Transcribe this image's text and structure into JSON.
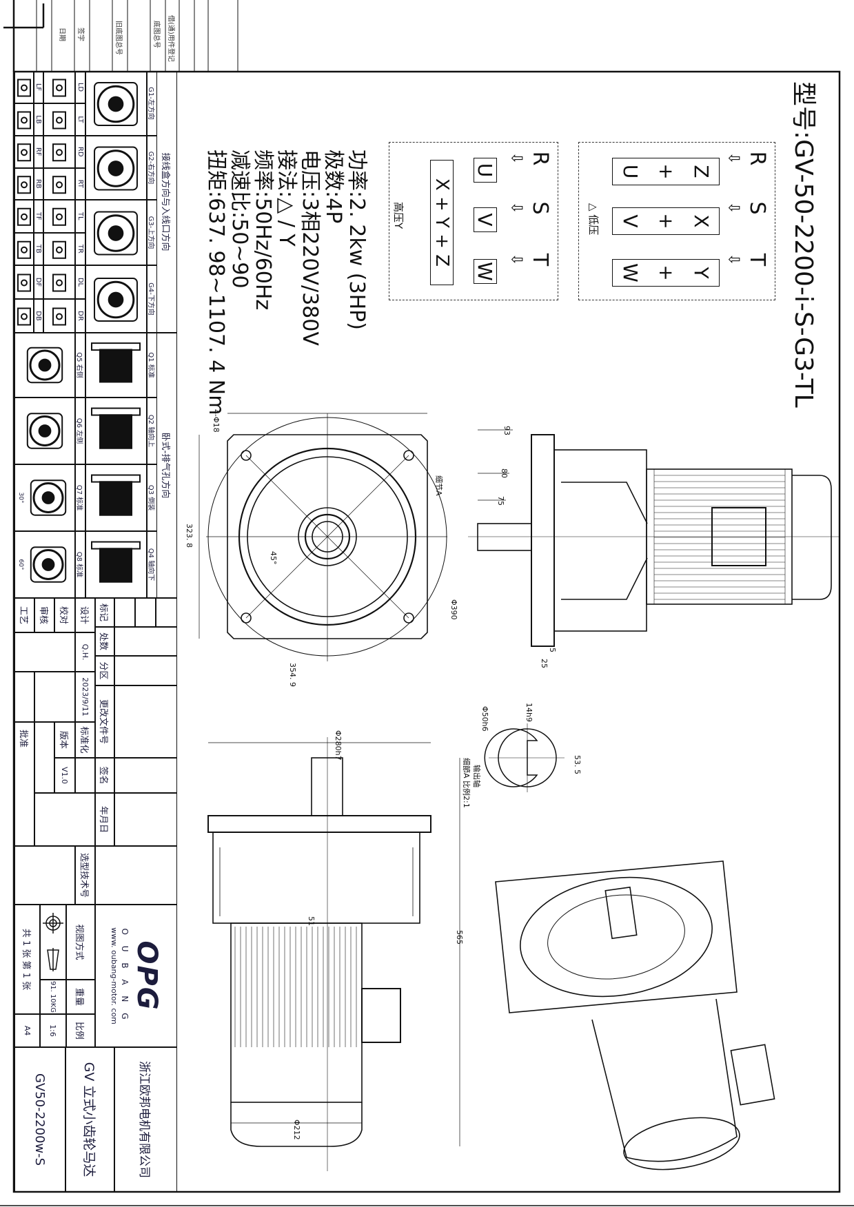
{
  "model": {
    "label": "型号:",
    "value": "GV-50-2200-i-S-G3-TL"
  },
  "wiring": {
    "delta": {
      "caption": "△ 低压",
      "lines": [
        "R",
        "S",
        "T"
      ],
      "boxes": [
        [
          "U",
          "+",
          "Z"
        ],
        [
          "V",
          "+",
          "X"
        ],
        [
          "W",
          "+",
          "Y"
        ]
      ]
    },
    "star": {
      "caption": "高压Y",
      "lines": [
        "R",
        "S",
        "T"
      ],
      "boxes": [
        "U",
        "V",
        "W"
      ],
      "bridge": "X + Y + Z"
    },
    "arrow": "⇦"
  },
  "specs": [
    "功率:2. 2kw  (3HP)",
    "极数:4P",
    "电压:3相220V/380V",
    "接法:△ / Y",
    "频率:50Hz/60Hz",
    "减速比:50~90",
    "扭矩:637. 98~1107. 4 Nm"
  ],
  "dimensions": {
    "holes": "4-Φ18",
    "h323": "323. 8",
    "w354": "354. 9",
    "d390": "Φ390",
    "detail": "细节A",
    "angle": "45°",
    "d93": "93",
    "d80": "80",
    "d75": "75",
    "d5": "5",
    "d25": "25",
    "key": "14h9",
    "shaft": "Φ50h6",
    "d53": "53. 5",
    "shaft_note1": "输出轴",
    "shaft_note2": "细節A 比例2:1",
    "d280": "Φ280h7",
    "d565": "565",
    "d51": "51",
    "d212": "Φ212"
  },
  "orientation": {
    "header_g": "接线盒方向与入线口方向",
    "header_q": "卧式-排气孔方向",
    "g": [
      {
        "title": "G1-左方向",
        "a": [
          "LD",
          "LT"
        ],
        "b": [
          "LF",
          "LB"
        ]
      },
      {
        "title": "G2-右方向",
        "a": [
          "RD",
          "RT"
        ],
        "b": [
          "RF",
          "RB"
        ]
      },
      {
        "title": "G3-上方向",
        "a": [
          "TL",
          "TR"
        ],
        "b": [
          "TF",
          "TB"
        ]
      },
      {
        "title": "G4-下方向",
        "a": [
          "DL",
          "DR"
        ],
        "b": [
          "DF",
          "DB"
        ]
      }
    ],
    "q": [
      {
        "title": "Q1 标准",
        "sub": "Q5 右侧"
      },
      {
        "title": "Q2 轴向上",
        "sub": "Q6 左侧"
      },
      {
        "title": "Q3 倒装",
        "sub": "Q7 标准",
        "angle": "30°"
      },
      {
        "title": "Q4 轴向下",
        "sub": "Q8 标准",
        "angle": "60°"
      }
    ]
  },
  "binding_strip": [
    "日期",
    "签字",
    "旧底图总号",
    "底图总号",
    "借(通)用件登记"
  ],
  "title_block": {
    "mark": "标记",
    "count": "处数",
    "zone": "分区",
    "change_doc": "更改文件号",
    "sign": "签名",
    "date": "年月日",
    "design": "设计",
    "designer": "Q.H.",
    "design_date": "2023/9/11",
    "standard": "标准化",
    "selection_no": "选型技术号",
    "check": "校对",
    "version_label": "版本",
    "version": "V1.0",
    "review": "审核",
    "process": "工艺",
    "approve": "批准",
    "view_method": "视图方式",
    "weight_label": "重量",
    "weight": "91. 10KG",
    "scale_label": "比例",
    "scale": "1:6",
    "sheets": "共 1 张 第 1 张",
    "paper": "A4",
    "logo": "OPG",
    "brand": "O U B A N G",
    "url": "www. oubang-motor. com",
    "company": "浙江欧邦电机有限公司",
    "product": "GV  立式小齿轮马达",
    "drawing_no": "GV50-2200w-S"
  }
}
